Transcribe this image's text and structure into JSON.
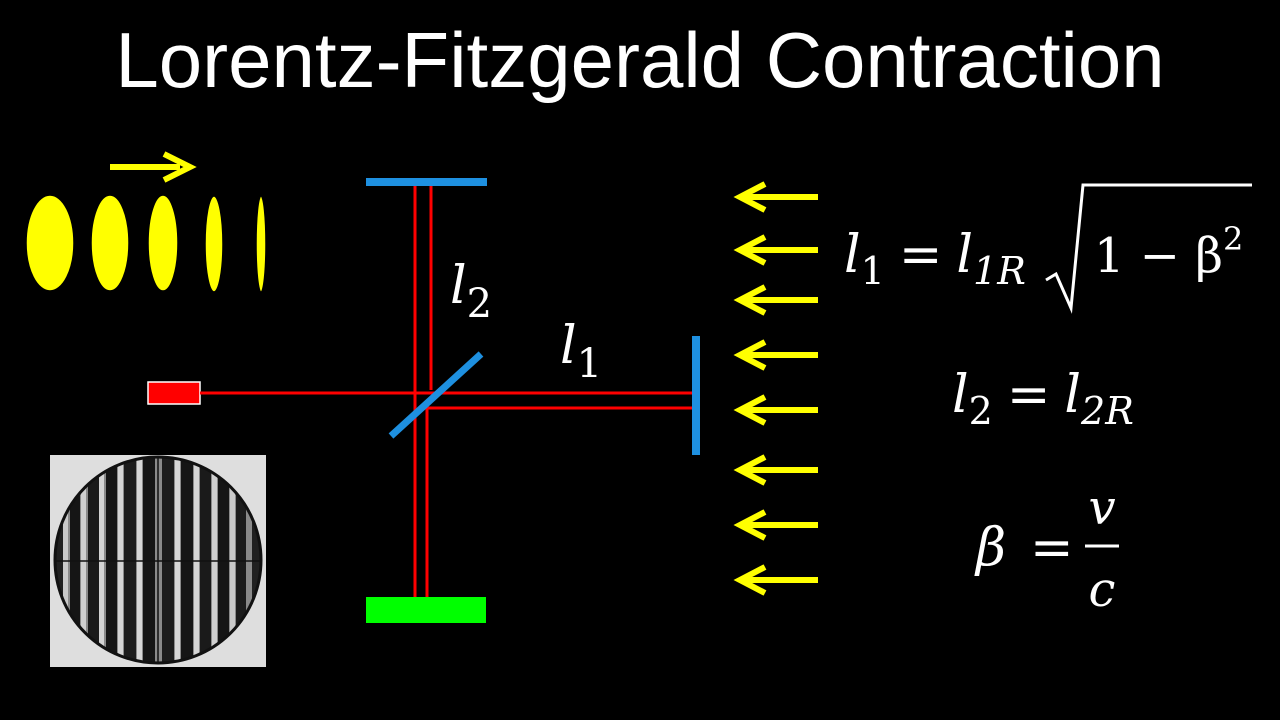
{
  "title": "Lorentz-Fitzgerald Contraction",
  "colors": {
    "background": "#000000",
    "beam": "#ff0000",
    "mirror": "#1e90e0",
    "detector": "#00ff00",
    "laser": "#ff0000",
    "wind_arrow": "#ffff00",
    "contracting_shape": "#ffff00"
  },
  "diagram": {
    "arm_labels": {
      "l2": {
        "symbol": "l",
        "subscript": "2"
      },
      "l1": {
        "symbol": "l",
        "subscript": "1"
      }
    },
    "wind_arrow_count": 8,
    "contracting_ellipse_count": 5,
    "fringe_pattern": "vertical interference fringes with crosshair"
  },
  "equations": {
    "eq1": {
      "lhs": "l",
      "lhs_sub": "1",
      "eq": "=",
      "rhs": "l",
      "rhs_sub": "1R",
      "radicand": "1 − β",
      "exp": "2"
    },
    "eq2": {
      "lhs": "l",
      "lhs_sub": "2",
      "eq": "=",
      "rhs": "l",
      "rhs_sub": "2R"
    },
    "eq3": {
      "lhs": "β",
      "eq": "=",
      "num": "v",
      "den": "c"
    }
  }
}
